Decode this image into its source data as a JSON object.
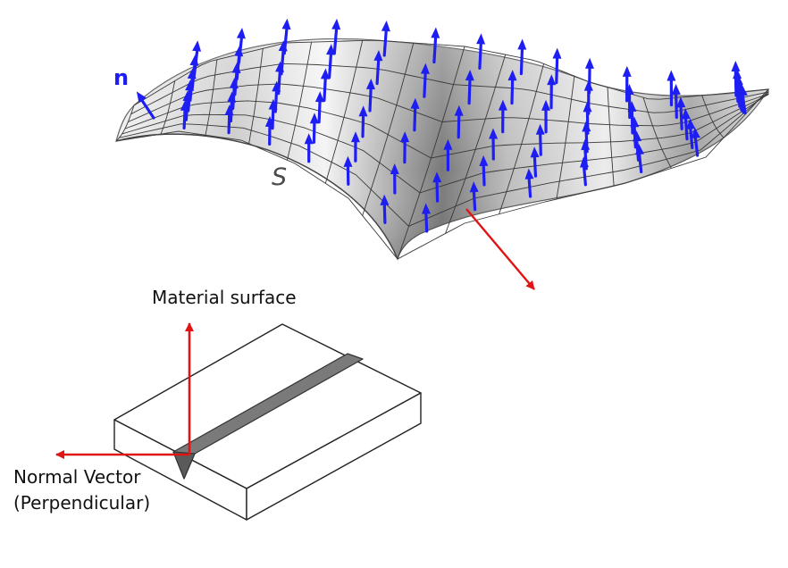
{
  "surface": {
    "normal_label": "n",
    "surface_label": "S"
  },
  "block": {
    "material_surface_label": "Material surface",
    "normal_vector_label": "Normal Vector",
    "normal_vector_sublabel": "(Perpendicular)"
  },
  "colors": {
    "normal_arrows": "#1e1ef2",
    "axis_arrows": "#e01414",
    "surface_shade_light": "#f2f2f2",
    "surface_shade_dark": "#6c6c6c",
    "groove": "#7a7a7a"
  }
}
